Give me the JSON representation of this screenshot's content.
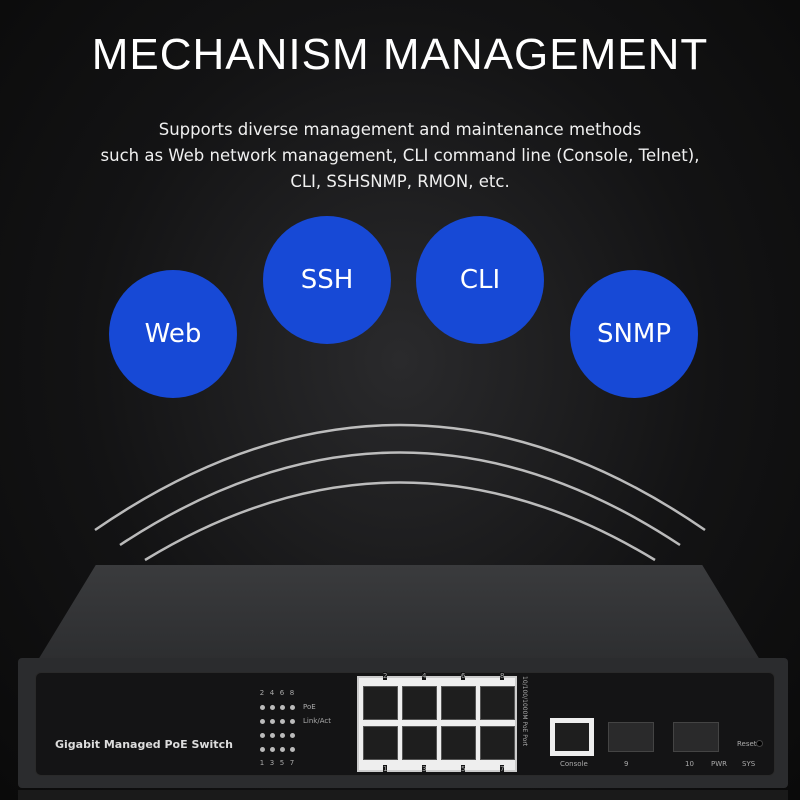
{
  "title": "MECHANISM MANAGEMENT",
  "subtitle": [
    "Supports diverse management and maintenance methods",
    "such as Web network management, CLI command line (Console, Telnet),",
    "CLI, SSHSNMP, RMON, etc."
  ],
  "bubbles": [
    "Web",
    "SSH",
    "CLI",
    "SNMP"
  ],
  "switch": {
    "label": "Gigabit Managed PoE Switch",
    "led_top": [
      "2",
      "4",
      "6",
      "8"
    ],
    "led_bottom": [
      "1",
      "3",
      "5",
      "7"
    ],
    "led_labels": [
      "PoE",
      "Link/Act"
    ],
    "port_top": [
      "2",
      "4",
      "6",
      "8"
    ],
    "port_bottom": [
      "1",
      "3",
      "5",
      "7"
    ],
    "port_caption": "10/100/1000M PoE Port",
    "console": "Console",
    "sfp": [
      "9",
      "10"
    ],
    "pwr": "PWR",
    "sys": "SYS",
    "reset": "Reset"
  },
  "colors": {
    "accent": "#1749d6"
  }
}
